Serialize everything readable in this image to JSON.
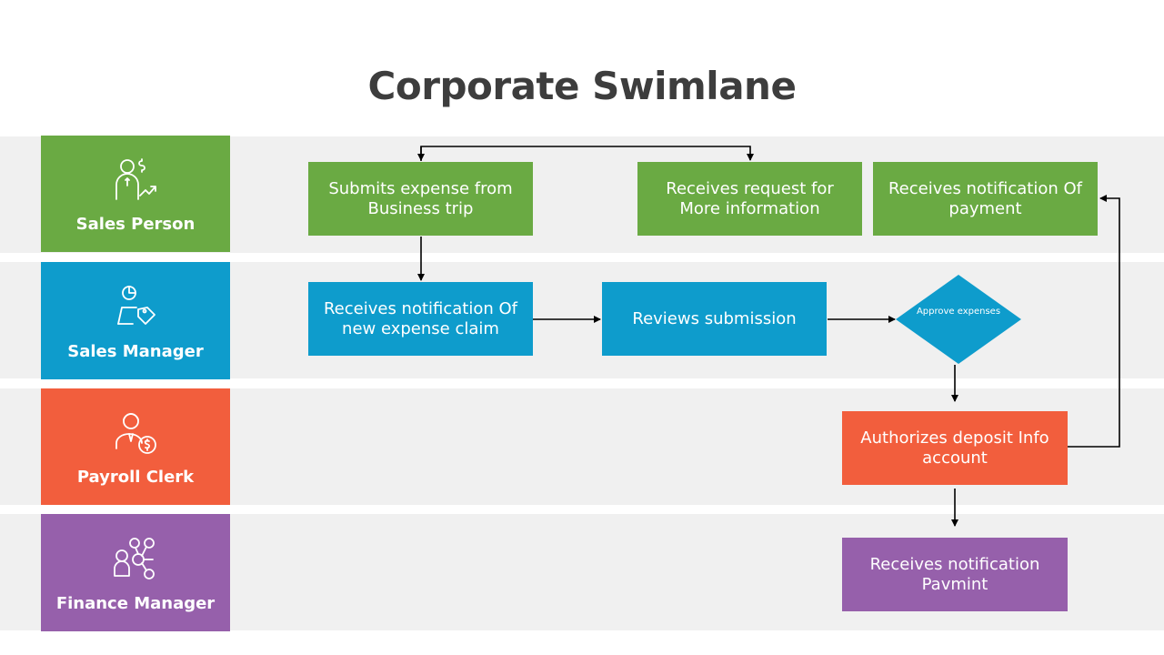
{
  "title": "Corporate Swimlane",
  "colors": {
    "green": "#6aaa43",
    "blue": "#0e9ccc",
    "orange": "#f25e3d",
    "purple": "#9660ab",
    "lane_bg": "#f0f0f0"
  },
  "lanes": [
    {
      "label": "Sales Person",
      "icon": "person-dollar-growth-icon"
    },
    {
      "label": "Sales Manager",
      "icon": "manager-tag-icon"
    },
    {
      "label": "Payroll Clerk",
      "icon": "clerk-dollar-icon"
    },
    {
      "label": "Finance Manager",
      "icon": "finance-currencies-icon"
    }
  ],
  "steps": {
    "submits_expense": "Submits expense from Business trip",
    "receives_request": "Receives request for More information",
    "receives_payment_notice": "Receives notification Of payment",
    "receives_claim_notice": "Receives notification Of new expense claim",
    "reviews_submission": "Reviews submission",
    "approve_expenses": "Approve expenses",
    "authorizes_deposit": "Authorizes deposit Info account",
    "receives_payment_final": "Receives notification Pavmint"
  }
}
